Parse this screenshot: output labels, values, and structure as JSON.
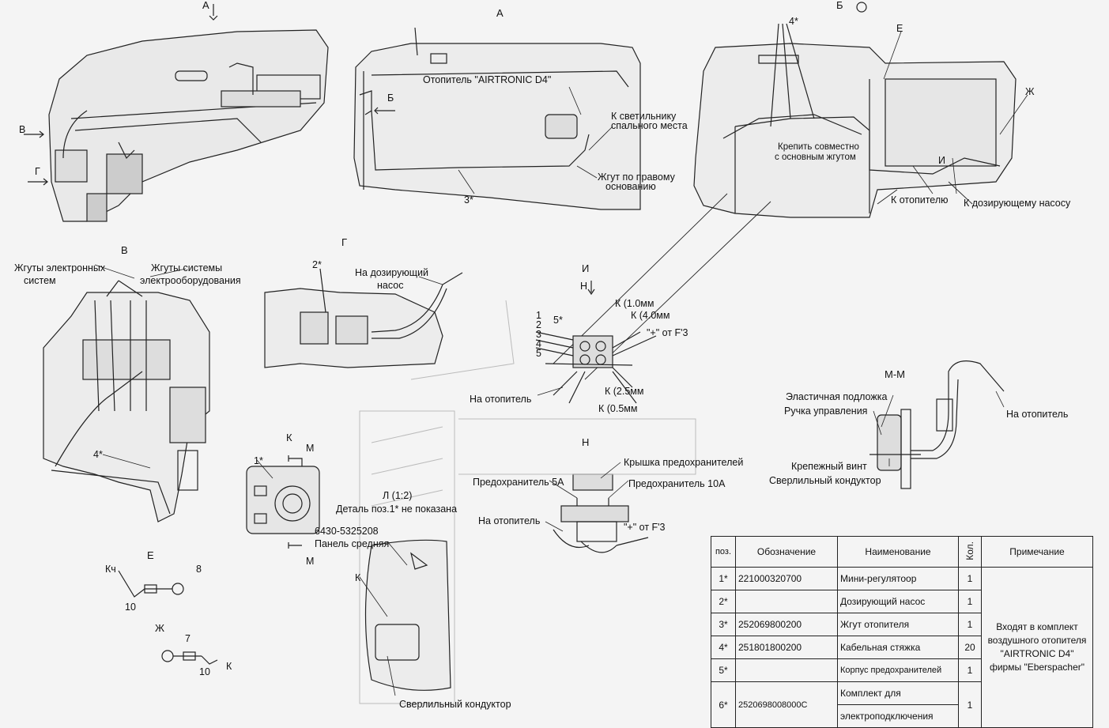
{
  "views": {
    "a_top": "А",
    "a_arrow": "А",
    "b": "Б",
    "v": "В",
    "g": "Г",
    "i": "И",
    "n": "Н",
    "n_view": "Н",
    "mm": "М-М",
    "e": "Е",
    "zh": "Ж",
    "k": "К",
    "m1": "М",
    "m2": "М",
    "b_arrow": "Б",
    "v_arrow": "В",
    "g_arrow": "Г",
    "i_arrow": "И",
    "e_top": "Е",
    "zh_top": "Ж",
    "l": "Л (1:2)"
  },
  "labels": {
    "heater_airtronic": "Отопитель \"AIRTRONIC D4\"",
    "to_lamp": "К  светильнику",
    "sleeping_place": "спального места",
    "harness_right": "Жгут по правому",
    "base": "основанию",
    "pos3": "3*",
    "pos4_top": "4*",
    "fix_together": "Крепить совместно",
    "with_main": "с основным жгутом",
    "to_heater_1": "К отопителю",
    "to_pump_1": "К дозирующему насосу",
    "harness_electronic": "Жгуты электронных",
    "systems": "систем",
    "harness_system": "Жгуты системы",
    "electro": "электрооборудования",
    "pos2": "2*",
    "to_pump_2": "На дозирующий",
    "pump": "насос",
    "n_k1": "К (1.0мм",
    "n_k2": "К (4.0мм",
    "plus_f3_1": "\"+\" от F'3",
    "n_k3": "К (2.5мм",
    "n_k4": "К (0.5мм",
    "to_heater_2": "На отопитель",
    "to_heater_3": "На отопитель",
    "to_heater_4": "На отопитель",
    "pos5": "5*",
    "n1": "1",
    "n2": "2",
    "n3": "3",
    "n4": "4",
    "n5": "5",
    "pos4_v": "4*",
    "pos1": "1*",
    "detail_not_shown": "Деталь поз.1* не показана",
    "panel_code": "6430-5325208",
    "panel_mid": "Панель средняя",
    "k_label": "К",
    "drill_jig_1": "Сверлильный кондуктор",
    "elastic": "Эластичная подложка",
    "handle": "Ручка управления",
    "screw": "Крепежный винт",
    "drill_jig_2": "Сверлильный кондуктор",
    "fuse_cover": "Крышка предохранителей",
    "fuse5": "Предохранитель 5А",
    "fuse10": "Предохранитель 10А",
    "plus_f3_2": "\"+\" от F'3",
    "e_kch": "Кч",
    "e_8": "8",
    "e_10": "10",
    "zh_7": "7",
    "zh_10": "10",
    "zh_k": "К"
  },
  "spec_table": {
    "headers": [
      "поз.",
      "Обозначение",
      "Наименование",
      "Кол.",
      "Примечание"
    ],
    "rows": [
      {
        "pos": "1*",
        "code": "221000320700",
        "name": "Мини-регулятоор",
        "qty": "1"
      },
      {
        "pos": "2*",
        "code": "",
        "name": "Дозирующий насос",
        "qty": "1"
      },
      {
        "pos": "3*",
        "code": "252069800200",
        "name": "Жгут отопителя",
        "qty": "1"
      },
      {
        "pos": "4*",
        "code": "251801800200",
        "name": "Кабельная стяжка",
        "qty": "20"
      },
      {
        "pos": "5*",
        "code": "",
        "name": "Корпус предохранителей",
        "qty": "1"
      },
      {
        "pos": "6*",
        "code": "2520698008000С",
        "name": "Комплект для",
        "qty": "1"
      }
    ],
    "last_row_name": "электроподключения",
    "note": "Входят в комплект воздушного отопителя \"AIRTRONIC D4\" фирмы \"Eberspacher\""
  }
}
